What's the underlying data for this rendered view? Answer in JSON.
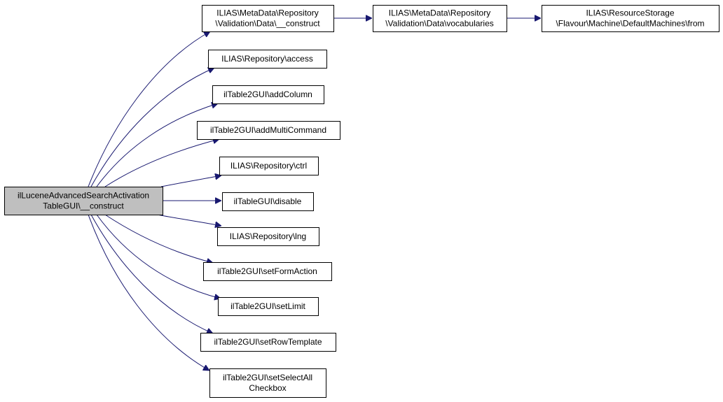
{
  "graph": {
    "root": {
      "id": "root",
      "lines": [
        "ilLuceneAdvancedSearchActivation",
        "TableGUI\\__construct"
      ]
    },
    "nodes": [
      {
        "id": "md_construct",
        "lines": [
          "ILIAS\\MetaData\\Repository",
          "\\Validation\\Data\\__construct"
        ]
      },
      {
        "id": "md_vocabularies",
        "lines": [
          "ILIAS\\MetaData\\Repository",
          "\\Validation\\Data\\vocabularies"
        ]
      },
      {
        "id": "rs_from",
        "lines": [
          "ILIAS\\ResourceStorage",
          "\\Flavour\\Machine\\DefaultMachines\\from"
        ]
      },
      {
        "id": "repo_access",
        "lines": [
          "ILIAS\\Repository\\access"
        ]
      },
      {
        "id": "t2_addColumn",
        "lines": [
          "ilTable2GUI\\addColumn"
        ]
      },
      {
        "id": "t2_addMultiCommand",
        "lines": [
          "ilTable2GUI\\addMultiCommand"
        ]
      },
      {
        "id": "repo_ctrl",
        "lines": [
          "ILIAS\\Repository\\ctrl"
        ]
      },
      {
        "id": "t_disable",
        "lines": [
          "ilTableGUI\\disable"
        ]
      },
      {
        "id": "repo_lng",
        "lines": [
          "ILIAS\\Repository\\lng"
        ]
      },
      {
        "id": "t2_setFormAction",
        "lines": [
          "ilTable2GUI\\setFormAction"
        ]
      },
      {
        "id": "t2_setLimit",
        "lines": [
          "ilTable2GUI\\setLimit"
        ]
      },
      {
        "id": "t2_setRowTemplate",
        "lines": [
          "ilTable2GUI\\setRowTemplate"
        ]
      },
      {
        "id": "t2_setSelectAll",
        "lines": [
          "ilTable2GUI\\setSelectAll",
          "Checkbox"
        ]
      }
    ],
    "edges": [
      {
        "from": "root",
        "to": "md_construct"
      },
      {
        "from": "root",
        "to": "repo_access"
      },
      {
        "from": "root",
        "to": "t2_addColumn"
      },
      {
        "from": "root",
        "to": "t2_addMultiCommand"
      },
      {
        "from": "root",
        "to": "repo_ctrl"
      },
      {
        "from": "root",
        "to": "t_disable"
      },
      {
        "from": "root",
        "to": "repo_lng"
      },
      {
        "from": "root",
        "to": "t2_setFormAction"
      },
      {
        "from": "root",
        "to": "t2_setLimit"
      },
      {
        "from": "root",
        "to": "t2_setRowTemplate"
      },
      {
        "from": "root",
        "to": "t2_setSelectAll"
      },
      {
        "from": "md_construct",
        "to": "md_vocabularies"
      },
      {
        "from": "md_vocabularies",
        "to": "rs_from"
      }
    ],
    "colors": {
      "edge": "#191970",
      "root_fill": "#bfbfbf",
      "node_fill": "#ffffff",
      "border": "#000000"
    }
  }
}
